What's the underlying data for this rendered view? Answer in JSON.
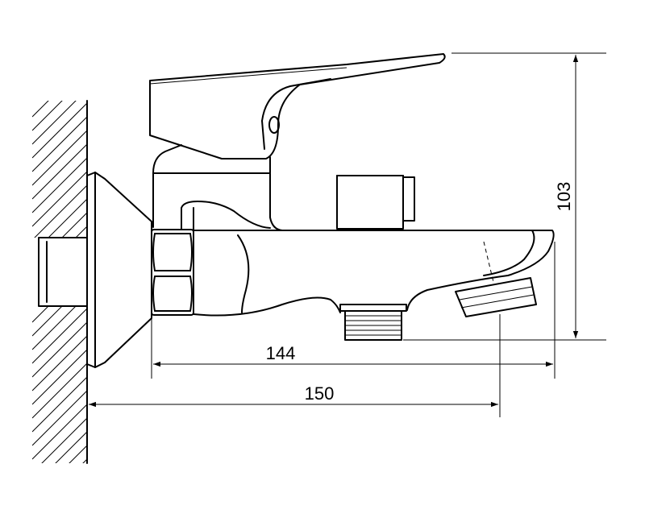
{
  "dimensions": {
    "spout_length": "144",
    "total_projection": "150",
    "height": "103"
  }
}
